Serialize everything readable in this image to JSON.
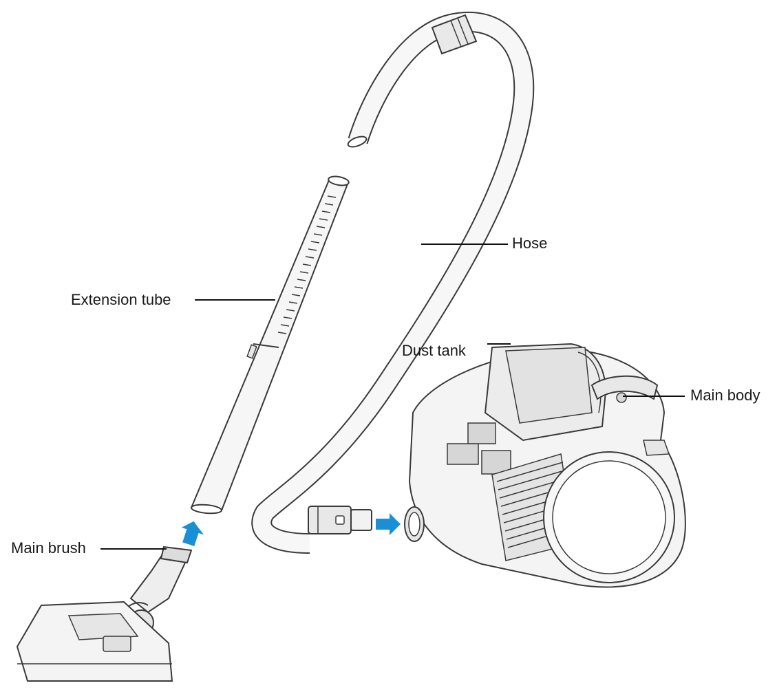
{
  "labels": {
    "hose": "Hose",
    "extension_tube": "Extension tube",
    "dust_tank": "Dust tank",
    "main_body": "Main body",
    "main_brush": "Main brush"
  },
  "colors": {
    "outline": "#3a3a3a",
    "fill": "#f4f4f4",
    "arrow": "#1a8fd6",
    "leader": "#111111"
  }
}
